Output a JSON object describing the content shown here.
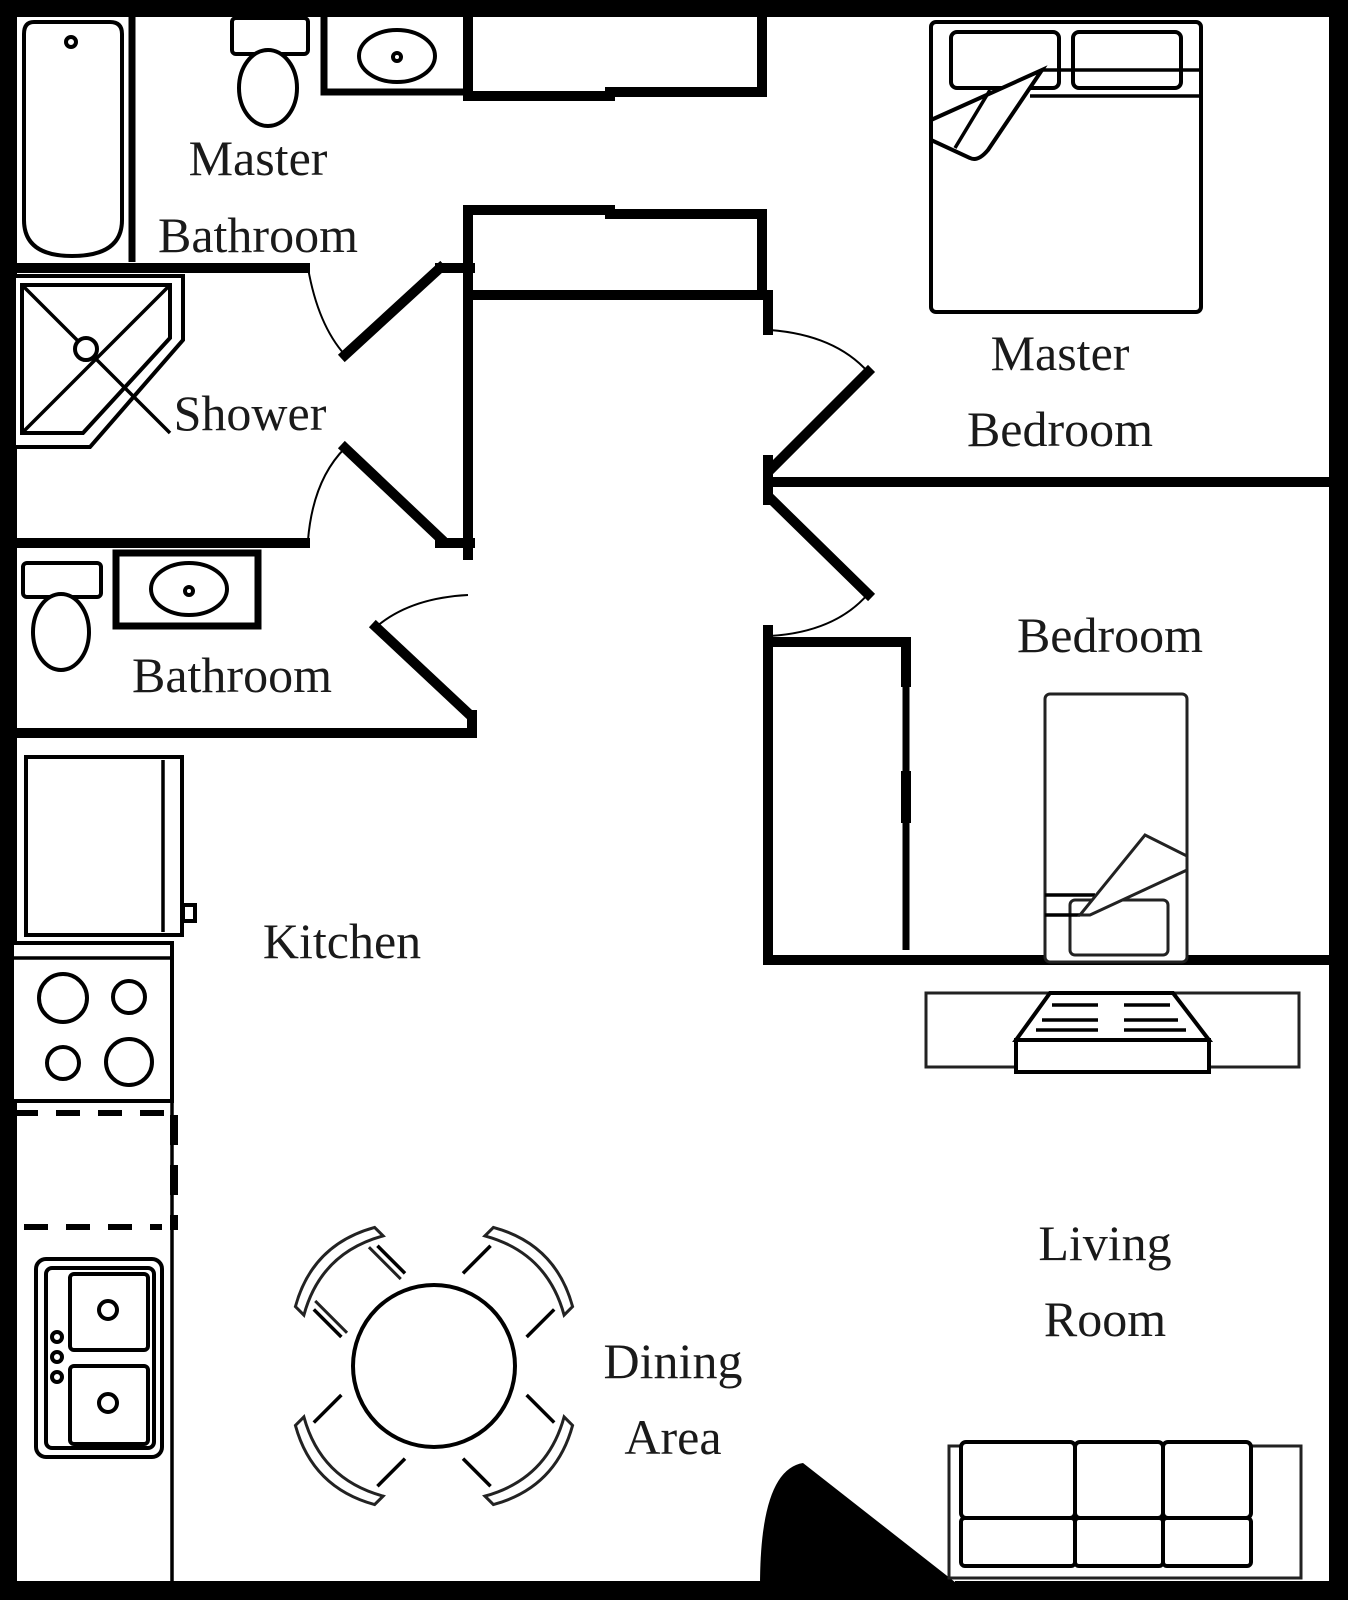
{
  "diagram": {
    "type": "floor_plan",
    "colors": {
      "background": "#000000",
      "floor": "#ffffff",
      "walls": "#000000",
      "text": "#1a1a1a"
    },
    "rooms": [
      {
        "id": "master_bathroom",
        "label_lines": [
          "Master",
          "Bathroom"
        ],
        "fixtures": [
          "bathtub",
          "toilet",
          "sink"
        ]
      },
      {
        "id": "shower",
        "label_lines": [
          "Shower"
        ],
        "fixtures": [
          "corner-shower"
        ]
      },
      {
        "id": "bathroom",
        "label_lines": [
          "Bathroom"
        ],
        "fixtures": [
          "toilet",
          "sink"
        ]
      },
      {
        "id": "master_bedroom",
        "label_lines": [
          "Master",
          "Bedroom"
        ],
        "fixtures": [
          "double-bed",
          "closet"
        ]
      },
      {
        "id": "bedroom",
        "label_lines": [
          "Bedroom"
        ],
        "fixtures": [
          "single-bed",
          "closet"
        ]
      },
      {
        "id": "kitchen",
        "label_lines": [
          "Kitchen"
        ],
        "fixtures": [
          "refrigerator",
          "stove",
          "dishwasher",
          "double-sink"
        ]
      },
      {
        "id": "dining_area",
        "label_lines": [
          "Dining",
          "Area"
        ],
        "fixtures": [
          "round-table",
          "chairs-4"
        ]
      },
      {
        "id": "living_room",
        "label_lines": [
          "Living",
          "Room"
        ],
        "fixtures": [
          "fireplace",
          "sofa"
        ]
      }
    ],
    "labels": {
      "master_bathroom_1": "Master",
      "master_bathroom_2": "Bathroom",
      "shower": "Shower",
      "bathroom": "Bathroom",
      "master_bedroom_1": "Master",
      "master_bedroom_2": "Bedroom",
      "bedroom": "Bedroom",
      "kitchen": "Kitchen",
      "dining_1": "Dining",
      "dining_2": "Area",
      "living_1": "Living",
      "living_2": "Room"
    }
  }
}
